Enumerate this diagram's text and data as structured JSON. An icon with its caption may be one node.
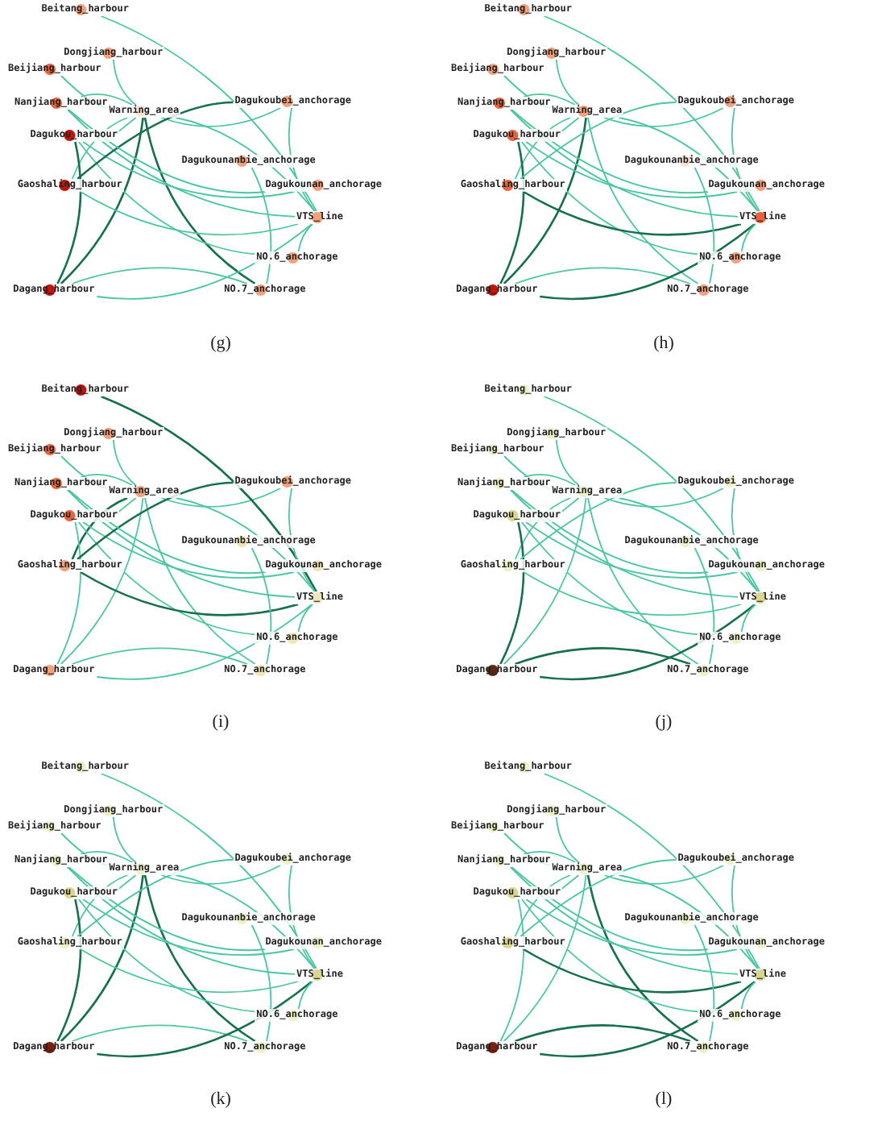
{
  "diagram": {
    "nodes": [
      {
        "text": [
          "Beitang_harbour"
        ]
      },
      {
        "text": [
          "Dongjiang_harbour"
        ]
      },
      {
        "text": [
          "Beijiang_harbour"
        ]
      },
      {
        "text": [
          "Nanjiang_harbour"
        ]
      },
      {
        "text": [
          "Warning_area"
        ]
      },
      {
        "text": [
          "Dagukoubei_anchorage"
        ]
      },
      {
        "text": [
          "Dagukou_harbour"
        ]
      },
      {
        "text": [
          "Dagukounanbie_anchorage"
        ]
      },
      {
        "text": [
          "Gaoshaling_harbour"
        ]
      },
      {
        "text": [
          "Dagukounan_anchorage"
        ]
      },
      {
        "text": [
          "VTS_line"
        ]
      },
      {
        "text": [
          "NO.6_anchorage"
        ]
      },
      {
        "text": [
          "NO.7_anchorage"
        ]
      },
      {
        "text": [
          "Dagang_harbour"
        ]
      },
      {
        "text": [
          "Beitang_harbour"
        ]
      },
      {
        "text": [
          "Dongjiang_harbour"
        ]
      },
      {
        "text": [
          "Beijiang_harbour"
        ]
      },
      {
        "text": [
          "Nanjiang_harbour"
        ]
      },
      {
        "text": [
          "Warning_area"
        ]
      },
      {
        "text": [
          "Dagukoubei_anchorage"
        ]
      },
      {
        "text": [
          "Dagukou_harbour"
        ]
      },
      {
        "text": [
          "Dagukounanbie_anchorage"
        ]
      },
      {
        "text": [
          "Gaoshaling_harbour"
        ]
      },
      {
        "text": [
          "Dagukounan_anchorage"
        ]
      },
      {
        "text": [
          "VTS_line"
        ]
      },
      {
        "text": [
          "NO.6_anchorage"
        ]
      },
      {
        "text": [
          "NO.7_anchorage"
        ]
      },
      {
        "text": [
          "Dagang_harbour"
        ]
      },
      {
        "text": [
          "Beitang_harbour"
        ]
      },
      {
        "text": [
          "Dongjiang_harbour"
        ]
      },
      {
        "text": [
          "Beijiang_harbour"
        ]
      },
      {
        "text": [
          "Nanjiang_harbour"
        ]
      },
      {
        "text": [
          "Warning_area"
        ]
      },
      {
        "text": [
          "Dagukoubei_anchorage"
        ]
      },
      {
        "text": [
          "Dagukou_harbour"
        ]
      },
      {
        "text": [
          "Dagukounanbie_anchorage"
        ]
      },
      {
        "text": [
          "Gaoshaling_harbour"
        ]
      },
      {
        "text": [
          "Dagukounan_anchorage"
        ]
      },
      {
        "text": [
          "VTS_line"
        ]
      },
      {
        "text": [
          "NO.6_anchorage"
        ]
      },
      {
        "text": [
          "NO.7_anchorage"
        ]
      },
      {
        "text": [
          "Dagang_harbour"
        ]
      },
      {
        "text": [
          "Beitang_harbour"
        ]
      },
      {
        "text": [
          "Dongjiang_harbour"
        ]
      },
      {
        "text": [
          "Beijiang_harbour"
        ]
      },
      {
        "text": [
          "Nanjiang_harbour"
        ]
      },
      {
        "text": [
          "Warning_area"
        ]
      },
      {
        "text": [
          "Dagukoubei_anchorage"
        ]
      },
      {
        "text": [
          "Dagukou_harbour"
        ]
      },
      {
        "text": [
          "Dagukounanbie_anchorage"
        ]
      },
      {
        "text": [
          "Gaoshaling_harbour"
        ]
      },
      {
        "text": [
          "Dagukounan_anchorage"
        ]
      },
      {
        "text": [
          "VTS_line"
        ]
      },
      {
        "text": [
          "NO.6_anchorage"
        ]
      },
      {
        "text": [
          "NO.7_anchorage"
        ]
      },
      {
        "text": [
          "Dagang_harbour"
        ]
      },
      {
        "text": [
          "Beitang_harbour"
        ]
      },
      {
        "text": [
          "Dongjiang_harbour"
        ]
      },
      {
        "text": [
          "Beijiang_harbour"
        ]
      },
      {
        "text": [
          "Nanjiang_harbour"
        ]
      },
      {
        "text": [
          "Warning_area"
        ]
      },
      {
        "text": [
          "Dagukoubei_anchorage"
        ]
      },
      {
        "text": [
          "Dagukou_harbour"
        ]
      },
      {
        "text": [
          "Dagukounanbie_anchorage"
        ]
      },
      {
        "text": [
          "Gaoshaling_harbour"
        ]
      },
      {
        "text": [
          "Dagukounan_anchorage"
        ]
      },
      {
        "text": [
          "VTS_line"
        ]
      },
      {
        "text": [
          "NO.6_anchorage"
        ]
      },
      {
        "text": [
          "NO.7_anchorage"
        ]
      },
      {
        "text": [
          "Dagang_harbour"
        ]
      },
      {
        "text": [
          "Beitang_harbour"
        ]
      },
      {
        "text": [
          "Dongjiang_harbour"
        ]
      },
      {
        "text": [
          "Beijiang_harbour"
        ]
      },
      {
        "text": [
          "Nanjiang_harbour"
        ]
      },
      {
        "text": [
          "Warning_area"
        ]
      },
      {
        "text": [
          "Dagukoubei_anchorage"
        ]
      },
      {
        "text": [
          "Dagukou_harbour"
        ]
      },
      {
        "text": [
          "Dagukounanbie_anchorage"
        ]
      },
      {
        "text": [
          "Gaoshaling_harbour"
        ]
      },
      {
        "text": [
          "Dagukounan_anchorage"
        ]
      },
      {
        "text": [
          "VTS_line"
        ]
      },
      {
        "text": [
          "NO.6_anchorage"
        ]
      },
      {
        "text": [
          "NO.7_anchorage"
        ]
      },
      {
        "text": [
          "Dagang_harbour"
        ]
      }
    ],
    "edges": [
      {
        "from": 4,
        "to": 2,
        "arrow": "none"
      },
      {
        "from": 4,
        "to": 3,
        "arrow": "none"
      },
      {
        "from": 4,
        "to": 6,
        "arrow": "none"
      },
      {
        "from": 4,
        "to": 8,
        "arrow": "none"
      },
      {
        "from": 4,
        "to": 13,
        "arrow": "none",
        "color": "#16704c"
      },
      {
        "from": 4,
        "to": 12,
        "arrow": "none",
        "color": "#16704c"
      },
      {
        "from": 4,
        "to": 10,
        "arrow": "none"
      },
      {
        "from": 4,
        "to": 5,
        "arrow": "none"
      },
      {
        "from": 0,
        "to": 10,
        "arrow": "none"
      },
      {
        "from": 1,
        "to": 4,
        "arrow": "none"
      },
      {
        "from": 3,
        "to": 10,
        "arrow": "none"
      },
      {
        "from": 6,
        "to": 9,
        "arrow": "none"
      },
      {
        "from": 6,
        "to": 13,
        "arrow": "none",
        "color": "#16704c"
      },
      {
        "from": 6,
        "to": 11,
        "arrow": "none"
      },
      {
        "from": 8,
        "to": 5,
        "arrow": "none",
        "color": "#16704c"
      },
      {
        "from": 8,
        "to": 10,
        "arrow": "none"
      },
      {
        "from": 13,
        "to": 12,
        "arrow": "none"
      },
      {
        "from": 13,
        "to": 10,
        "arrow": "none"
      },
      {
        "from": 7,
        "to": 12,
        "arrow": "none"
      },
      {
        "from": 5,
        "to": 10,
        "arrow": "none"
      },
      {
        "from": 11,
        "to": 10,
        "arrow": "none"
      },
      {
        "from": 3,
        "to": 9,
        "arrow": "none"
      },
      {
        "from": 18,
        "to": 16,
        "arrow": "none"
      },
      {
        "from": 18,
        "to": 17,
        "arrow": "none"
      },
      {
        "from": 18,
        "to": 20,
        "arrow": "none"
      },
      {
        "from": 18,
        "to": 22,
        "arrow": "none"
      },
      {
        "from": 18,
        "to": 27,
        "arrow": "none",
        "color": "#16704c"
      },
      {
        "from": 18,
        "to": 26,
        "arrow": "none"
      },
      {
        "from": 18,
        "to": 24,
        "arrow": "none"
      },
      {
        "from": 18,
        "to": 19,
        "arrow": "none"
      },
      {
        "from": 14,
        "to": 24,
        "arrow": "none"
      },
      {
        "from": 15,
        "to": 18,
        "arrow": "none"
      },
      {
        "from": 17,
        "to": 24,
        "arrow": "none"
      },
      {
        "from": 20,
        "to": 23,
        "arrow": "none"
      },
      {
        "from": 20,
        "to": 27,
        "arrow": "none",
        "color": "#16704c"
      },
      {
        "from": 20,
        "to": 25,
        "arrow": "none"
      },
      {
        "from": 22,
        "to": 19,
        "arrow": "none"
      },
      {
        "from": 22,
        "to": 24,
        "arrow": "none",
        "color": "#16704c"
      },
      {
        "from": 27,
        "to": 26,
        "arrow": "none"
      },
      {
        "from": 27,
        "to": 24,
        "arrow": "none",
        "color": "#16704c"
      },
      {
        "from": 21,
        "to": 26,
        "arrow": "none"
      },
      {
        "from": 19,
        "to": 24,
        "arrow": "none"
      },
      {
        "from": 25,
        "to": 24,
        "arrow": "none"
      },
      {
        "from": 17,
        "to": 23,
        "arrow": "none"
      },
      {
        "from": 32,
        "to": 30,
        "arrow": "none"
      },
      {
        "from": 32,
        "to": 31,
        "arrow": "none"
      },
      {
        "from": 32,
        "to": 34,
        "arrow": "none"
      },
      {
        "from": 32,
        "to": 36,
        "arrow": "none",
        "color": "#16704c"
      },
      {
        "from": 32,
        "to": 41,
        "arrow": "none"
      },
      {
        "from": 32,
        "to": 40,
        "arrow": "none"
      },
      {
        "from": 32,
        "to": 38,
        "arrow": "none"
      },
      {
        "from": 32,
        "to": 33,
        "arrow": "none"
      },
      {
        "from": 28,
        "to": 38,
        "arrow": "none",
        "color": "#16704c"
      },
      {
        "from": 29,
        "to": 32,
        "arrow": "none"
      },
      {
        "from": 31,
        "to": 38,
        "arrow": "none"
      },
      {
        "from": 34,
        "to": 37,
        "arrow": "none"
      },
      {
        "from": 34,
        "to": 41,
        "arrow": "none"
      },
      {
        "from": 34,
        "to": 39,
        "arrow": "none"
      },
      {
        "from": 36,
        "to": 33,
        "arrow": "none",
        "color": "#16704c"
      },
      {
        "from": 36,
        "to": 38,
        "arrow": "none",
        "color": "#16704c"
      },
      {
        "from": 41,
        "to": 40,
        "arrow": "none"
      },
      {
        "from": 41,
        "to": 38,
        "arrow": "none"
      },
      {
        "from": 35,
        "to": 40,
        "arrow": "none"
      },
      {
        "from": 33,
        "to": 38,
        "arrow": "none"
      },
      {
        "from": 39,
        "to": 38,
        "arrow": "none"
      },
      {
        "from": 31,
        "to": 37,
        "arrow": "none"
      },
      {
        "from": 46,
        "to": 44,
        "arrow": "none"
      },
      {
        "from": 46,
        "to": 45,
        "arrow": "none"
      },
      {
        "from": 46,
        "to": 48,
        "arrow": "none"
      },
      {
        "from": 46,
        "to": 50,
        "arrow": "none"
      },
      {
        "from": 46,
        "to": 55,
        "arrow": "none"
      },
      {
        "from": 46,
        "to": 54,
        "arrow": "none"
      },
      {
        "from": 46,
        "to": 52,
        "arrow": "none"
      },
      {
        "from": 46,
        "to": 47,
        "arrow": "none"
      },
      {
        "from": 42,
        "to": 52,
        "arrow": "none"
      },
      {
        "from": 43,
        "to": 46,
        "arrow": "none"
      },
      {
        "from": 45,
        "to": 52,
        "arrow": "none"
      },
      {
        "from": 48,
        "to": 51,
        "arrow": "none"
      },
      {
        "from": 48,
        "to": 55,
        "arrow": "none",
        "color": "#16704c"
      },
      {
        "from": 48,
        "to": 53,
        "arrow": "none"
      },
      {
        "from": 50,
        "to": 47,
        "arrow": "none"
      },
      {
        "from": 50,
        "to": 52,
        "arrow": "none"
      },
      {
        "from": 55,
        "to": 54,
        "arrow": "none",
        "color": "#16704c"
      },
      {
        "from": 55,
        "to": 52,
        "arrow": "none",
        "color": "#16704c"
      },
      {
        "from": 49,
        "to": 54,
        "arrow": "none"
      },
      {
        "from": 47,
        "to": 52,
        "arrow": "none"
      },
      {
        "from": 53,
        "to": 52,
        "arrow": "none"
      },
      {
        "from": 45,
        "to": 51,
        "arrow": "none"
      },
      {
        "from": 60,
        "to": 58,
        "arrow": "none"
      },
      {
        "from": 60,
        "to": 59,
        "arrow": "none"
      },
      {
        "from": 60,
        "to": 62,
        "arrow": "none"
      },
      {
        "from": 60,
        "to": 64,
        "arrow": "none"
      },
      {
        "from": 60,
        "to": 69,
        "arrow": "none",
        "color": "#16704c"
      },
      {
        "from": 60,
        "to": 68,
        "arrow": "none",
        "color": "#16704c"
      },
      {
        "from": 60,
        "to": 66,
        "arrow": "none"
      },
      {
        "from": 60,
        "to": 61,
        "arrow": "none"
      },
      {
        "from": 56,
        "to": 66,
        "arrow": "none"
      },
      {
        "from": 57,
        "to": 60,
        "arrow": "none"
      },
      {
        "from": 59,
        "to": 66,
        "arrow": "none"
      },
      {
        "from": 62,
        "to": 65,
        "arrow": "none"
      },
      {
        "from": 62,
        "to": 69,
        "arrow": "none",
        "color": "#16704c"
      },
      {
        "from": 62,
        "to": 67,
        "arrow": "none"
      },
      {
        "from": 64,
        "to": 61,
        "arrow": "none"
      },
      {
        "from": 64,
        "to": 66,
        "arrow": "none"
      },
      {
        "from": 69,
        "to": 68,
        "arrow": "none"
      },
      {
        "from": 69,
        "to": 66,
        "arrow": "none",
        "color": "#16704c"
      },
      {
        "from": 63,
        "to": 68,
        "arrow": "none"
      },
      {
        "from": 61,
        "to": 66,
        "arrow": "none"
      },
      {
        "from": 67,
        "to": 66,
        "arrow": "none"
      },
      {
        "from": 59,
        "to": 65,
        "arrow": "none"
      },
      {
        "from": 74,
        "to": 72,
        "arrow": "none"
      },
      {
        "from": 74,
        "to": 73,
        "arrow": "none"
      },
      {
        "from": 74,
        "to": 76,
        "arrow": "none"
      },
      {
        "from": 74,
        "to": 78,
        "arrow": "none"
      },
      {
        "from": 74,
        "to": 83,
        "arrow": "none"
      },
      {
        "from": 74,
        "to": 82,
        "arrow": "none",
        "color": "#16704c"
      },
      {
        "from": 74,
        "to": 80,
        "arrow": "none"
      },
      {
        "from": 74,
        "to": 75,
        "arrow": "none"
      },
      {
        "from": 70,
        "to": 80,
        "arrow": "none"
      },
      {
        "from": 71,
        "to": 74,
        "arrow": "none"
      },
      {
        "from": 73,
        "to": 80,
        "arrow": "none"
      },
      {
        "from": 76,
        "to": 79,
        "arrow": "none"
      },
      {
        "from": 76,
        "to": 83,
        "arrow": "none"
      },
      {
        "from": 76,
        "to": 81,
        "arrow": "none"
      },
      {
        "from": 78,
        "to": 75,
        "arrow": "none"
      },
      {
        "from": 78,
        "to": 80,
        "arrow": "none",
        "color": "#16704c"
      },
      {
        "from": 83,
        "to": 82,
        "arrow": "none",
        "color": "#16704c"
      },
      {
        "from": 83,
        "to": 80,
        "arrow": "none",
        "color": "#16704c"
      },
      {
        "from": 77,
        "to": 82,
        "arrow": "none"
      },
      {
        "from": 75,
        "to": 80,
        "arrow": "none"
      },
      {
        "from": 81,
        "to": 80,
        "arrow": "none"
      },
      {
        "from": 73,
        "to": 79,
        "arrow": "none"
      }
    ],
    "labels": [
      "(g)",
      "(h)",
      "(i)",
      "(j)",
      "(k)",
      "(l)"
    ]
  }
}
